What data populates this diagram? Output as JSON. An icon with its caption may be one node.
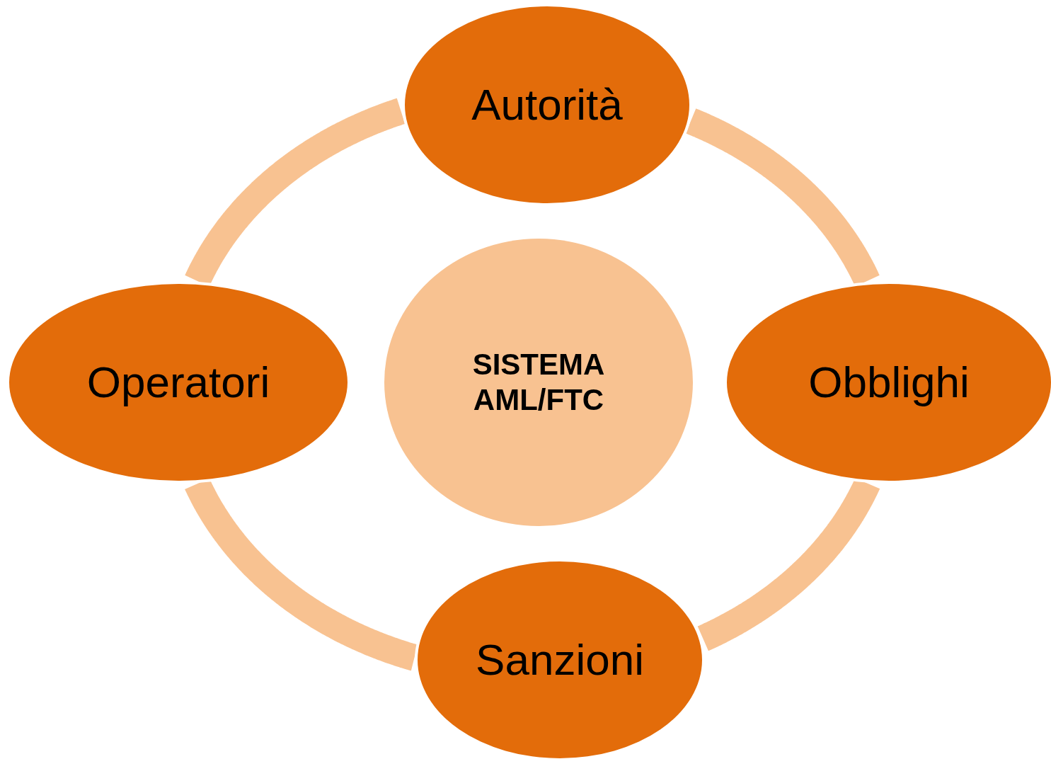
{
  "diagram": {
    "nodes": [
      {
        "text": [
          "SISTEMA AML/FTC"
        ]
      },
      {
        "text": [
          "Autorità"
        ]
      },
      {
        "text": [
          "Obblighi"
        ]
      },
      {
        "text": [
          "Sanzioni"
        ]
      },
      {
        "text": [
          "Operatori"
        ]
      }
    ],
    "edges": [
      {
        "from": 1,
        "to": 2,
        "arrow": "none"
      },
      {
        "from": 2,
        "to": 3,
        "arrow": "none"
      },
      {
        "from": 3,
        "to": 4,
        "arrow": "none"
      },
      {
        "from": 4,
        "to": 1,
        "arrow": "none"
      }
    ]
  }
}
